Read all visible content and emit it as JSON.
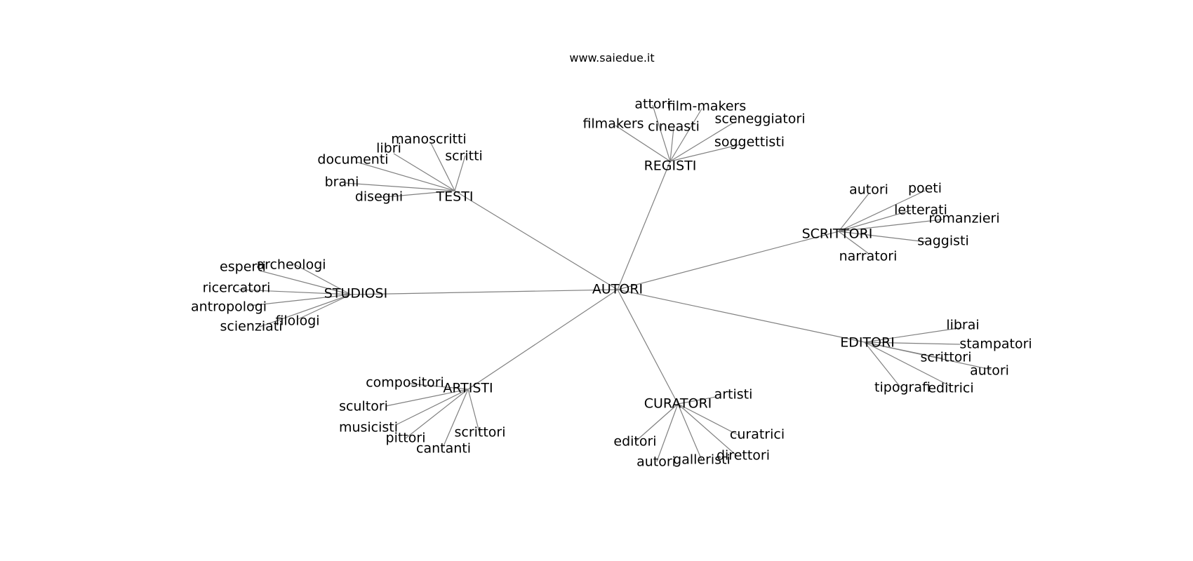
{
  "site_label": "www.saiedue.it",
  "colors": {
    "edge": "#808080",
    "text": "#000000",
    "background": "#ffffff"
  },
  "network": {
    "root": "AUTORI",
    "groups": [
      {
        "label": "REGISTI",
        "children": [
          "attori",
          "film-makers",
          "filmakers",
          "cineasti",
          "sceneggiatori",
          "soggettisti"
        ]
      },
      {
        "label": "TESTI",
        "children": [
          "manoscritti",
          "libri",
          "scritti",
          "documenti",
          "brani",
          "disegni"
        ]
      },
      {
        "label": "SCRITTORI",
        "children": [
          "autori",
          "poeti",
          "letterati",
          "romanzieri",
          "saggisti",
          "narratori"
        ]
      },
      {
        "label": "STUDIOSI",
        "children": [
          "esperti",
          "archeologi",
          "ricercatori",
          "antropologi",
          "filologi",
          "scienziati"
        ]
      },
      {
        "label": "EDITORI",
        "children": [
          "librai",
          "stampatori",
          "scrittori",
          "autori",
          "tipografi",
          "editrici"
        ]
      },
      {
        "label": "ARTISTI",
        "children": [
          "compositori",
          "scultori",
          "musicisti",
          "pittori",
          "scrittori",
          "cantanti"
        ]
      },
      {
        "label": "CURATORI",
        "children": [
          "artisti",
          "editori",
          "curatrici",
          "direttori",
          "galleristi",
          "autori"
        ]
      }
    ]
  }
}
